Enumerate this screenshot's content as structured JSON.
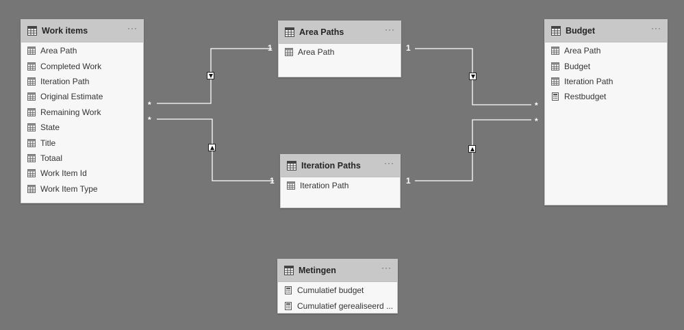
{
  "tables": [
    {
      "id": "work-items",
      "title": "Work items",
      "menu": "···",
      "fields": [
        {
          "label": "Area Path",
          "icon": "table-column-icon"
        },
        {
          "label": "Completed Work",
          "icon": "table-column-icon"
        },
        {
          "label": "Iteration Path",
          "icon": "table-column-icon"
        },
        {
          "label": "Original Estimate",
          "icon": "table-column-icon"
        },
        {
          "label": "Remaining Work",
          "icon": "table-column-icon"
        },
        {
          "label": "State",
          "icon": "table-column-icon"
        },
        {
          "label": "Title",
          "icon": "table-column-icon"
        },
        {
          "label": "Totaal",
          "icon": "table-column-icon"
        },
        {
          "label": "Work Item Id",
          "icon": "table-column-icon"
        },
        {
          "label": "Work Item Type",
          "icon": "table-column-icon"
        }
      ]
    },
    {
      "id": "area-paths",
      "title": "Area Paths",
      "menu": "···",
      "fields": [
        {
          "label": "Area Path",
          "icon": "table-column-icon"
        }
      ]
    },
    {
      "id": "budget",
      "title": "Budget",
      "menu": "···",
      "fields": [
        {
          "label": "Area Path",
          "icon": "table-column-icon"
        },
        {
          "label": "Budget",
          "icon": "table-column-icon"
        },
        {
          "label": "Iteration Path",
          "icon": "table-column-icon"
        },
        {
          "label": "Restbudget",
          "icon": "calculator-measure-icon"
        }
      ]
    },
    {
      "id": "iteration-paths",
      "title": "Iteration Paths",
      "menu": "···",
      "fields": [
        {
          "label": "Iteration Path",
          "icon": "table-column-icon"
        }
      ]
    },
    {
      "id": "metingen",
      "title": "Metingen",
      "menu": "···",
      "fields": [
        {
          "label": "Cumulatief budget",
          "icon": "calculator-measure-icon"
        },
        {
          "label": "Cumulatief gerealiseerd ...",
          "icon": "calculator-measure-icon"
        }
      ]
    }
  ],
  "relationships": [
    {
      "from": "Work items",
      "to": "Area Paths",
      "from_card": "*",
      "to_card": "1",
      "filter_direction": "down"
    },
    {
      "from": "Work items",
      "to": "Iteration Paths",
      "from_card": "*",
      "to_card": "1",
      "filter_direction": "up"
    },
    {
      "from": "Budget",
      "to": "Area Paths",
      "from_card": "*",
      "to_card": "1",
      "filter_direction": "down"
    },
    {
      "from": "Budget",
      "to": "Iteration Paths",
      "from_card": "*",
      "to_card": "1",
      "filter_direction": "up"
    }
  ],
  "colors": {
    "canvas": "#767676",
    "card_body": "#f7f7f7",
    "card_header": "#c8c8c8",
    "line": "#ffffff"
  }
}
